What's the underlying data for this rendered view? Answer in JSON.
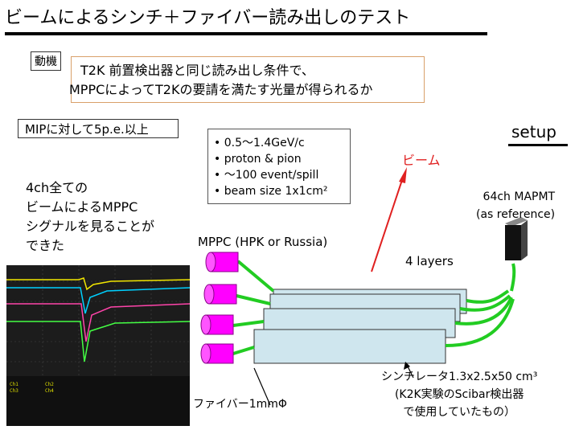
{
  "title": "ビームによるシンチ＋ファイバー読み出しのテスト",
  "motive": {
    "tag": "動機",
    "line1": "T2K 前置検出器と同じ読み出し条件で、",
    "line2": "MPPCによってT2Kの要請を満たす光量が得られるか"
  },
  "mip_result": "MIPに対して5p.e.以上",
  "result_lines": [
    "4ch全ての",
    "ビームによるMPPC",
    "シグナルを見ることが",
    "できた"
  ],
  "beam_conditions": [
    "0.5～1.4GeV/c",
    "proton & pion",
    "～100 event/spill",
    "beam size 1x1cm²"
  ],
  "setup_label": "setup",
  "beam_label": "ビーム",
  "mapmt_label": [
    "64ch MAPMT",
    "(as reference)"
  ],
  "mppc_label": "MPPC (HPK or Russia)",
  "layers_label": "4 layers",
  "fiber_label": "ファイバー1mmΦ",
  "scintillator_label": [
    "シンチレータ1.3x2.5x50 cm³",
    "(K2K実験のScibar検出器",
    "で使用していたもの）"
  ],
  "colors": {
    "beam_arrow": "#e02020",
    "fiber": "#22cc22",
    "mppc": "#ff00ff",
    "scintillator": "#cfe6ee",
    "motive_border": "#d9a06a"
  },
  "icons": [
    "oscilloscope-screenshot",
    "mapmt-block",
    "mppc-cylinder"
  ]
}
